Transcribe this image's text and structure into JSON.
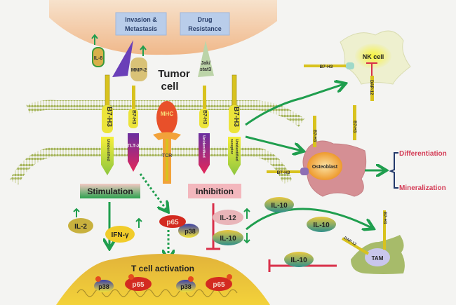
{
  "tumor": {
    "title_line1": "Tumor",
    "title_line2": "cell",
    "invasion_line1": "Invasion &",
    "invasion_line2": "Metastasis",
    "drug_line1": "Drug",
    "drug_line2": "Resistance",
    "il8": "IL-8",
    "mmp2": "MMP-2",
    "jak_line1": "Jak/",
    "jak_line2": "stat3"
  },
  "receptors": {
    "b7h3": "B7-H3",
    "tlt2": "TLT-2",
    "mhc": "MHC",
    "tcr": "TCR",
    "undefined_receptor_line1": "Unidentified",
    "undefined_receptor_line2": "receptor"
  },
  "pathways": {
    "stimulation": "Stimulation",
    "inhibition": "Inhibition",
    "il2": "IL-2",
    "ifn": "IFN-γ",
    "p65": "p65",
    "p38": "p38",
    "il12": "IL-12",
    "il10": "IL-10",
    "t_cell_activation": "T cell activation"
  },
  "nk": {
    "label": "NK cell",
    "b7h3": "B7-H3",
    "receptor": "DAP-12"
  },
  "osteoblast": {
    "label": "Osteoblast",
    "b7h3": "B7-H3",
    "differentiation": "Differentiation",
    "mineralization": "Mineralization"
  },
  "tam": {
    "label": "TAM",
    "b7h3": "B7-H3",
    "receptor": "DAP-12"
  },
  "colors": {
    "arrow_green": "#1f9e4e",
    "inhibit_red": "#d9304a",
    "outcome_red": "#d43c56"
  }
}
